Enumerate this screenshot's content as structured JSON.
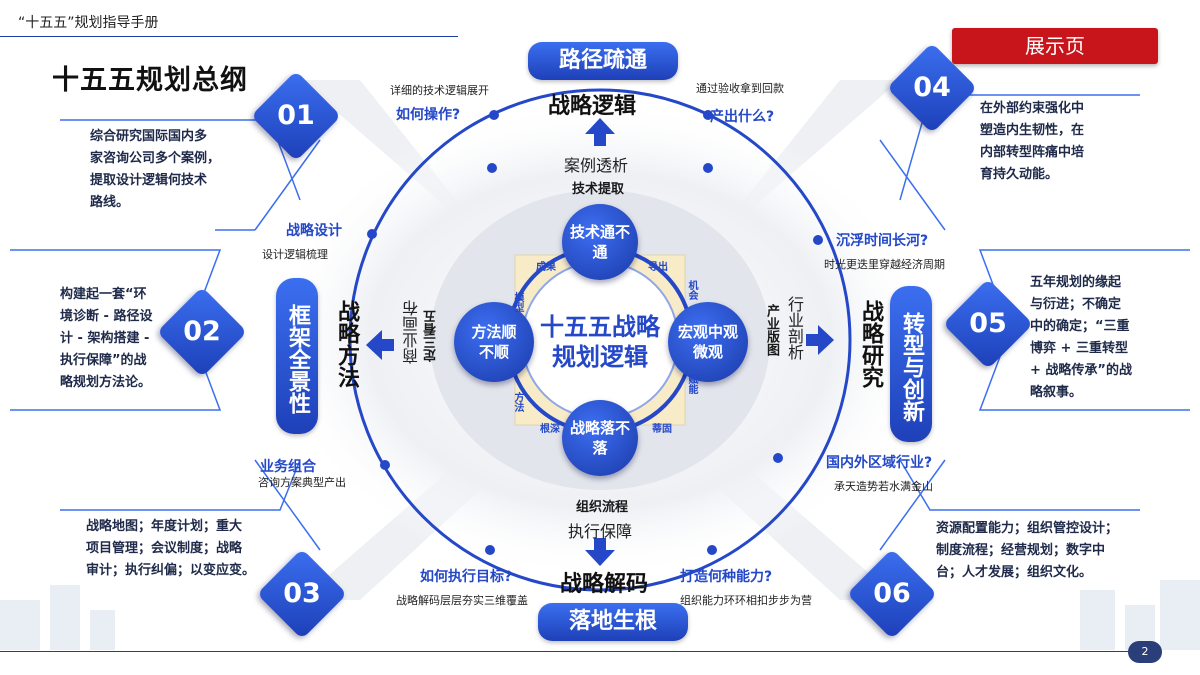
{
  "header": {
    "doc_title": "“十五五”规划指导手册",
    "show_button": "展示页"
  },
  "main_title": "十五五规划总纲",
  "corners": [
    {
      "num": "01",
      "text": [
        "综合研究国际国内多",
        "家咨询公司多个案例，",
        "提取设计逻辑何技术",
        "路线。"
      ]
    },
    {
      "num": "02",
      "text": [
        "构建起一套“环",
        "境诊断 - 路径设",
        "计 - 架构搭建 -",
        "执行保障”的战",
        "略规划方法论。"
      ]
    },
    {
      "num": "03",
      "text": [
        "战略地图；年度计划；重大",
        "项目管理；会议制度；战略",
        "审计；执行纠偏；以变应变。"
      ]
    },
    {
      "num": "04",
      "text": [
        "在外部约束强化中",
        "塑造内生韧性，在",
        "内部转型阵痛中培",
        "育持久动能。"
      ]
    },
    {
      "num": "05",
      "text": [
        "五年规划的缘起",
        "与衍进；不确定",
        "中的确定；“三重",
        "博弈 + 三重转型",
        "+ 战略传承”的战",
        "略叙事。"
      ]
    },
    {
      "num": "06",
      "text": [
        "资源配置能力；组织管控设计；",
        "制度流程；经营规划；数字中",
        "台；人才发展；组织文化。"
      ]
    }
  ],
  "top": {
    "pill": "路径疏通",
    "title": "战略逻辑",
    "ring": "案例透析",
    "sub": "技术提取"
  },
  "bottom": {
    "pill": "落地生根",
    "title": "战略解码",
    "ring": "执行保障",
    "sub": "组织流程"
  },
  "left": {
    "pill": "框架全景性",
    "title": "战略方法",
    "ring": "商业画布",
    "sub": "定三看五"
  },
  "right": {
    "pill": "转型与创新",
    "title": "战略研究",
    "ring": "行业剖析",
    "sub": "产业版图"
  },
  "center": {
    "title": "十五五战略规划逻辑"
  },
  "nodes": {
    "top": "技术通不通",
    "left": "方法顺不顺",
    "right": "宏观中观微观",
    "bottom": "战略落不落"
  },
  "inner_labels": [
    "成果",
    "导出",
    "模型",
    "机会",
    "方法",
    "赋能",
    "根深",
    "蒂固"
  ],
  "questions": {
    "q1": {
      "title": "如何操作?",
      "note": "详细的技术逻辑展开"
    },
    "q2": {
      "title": "产出什么?",
      "note": "通过验收拿到回款"
    },
    "q3": {
      "title": "战略设计",
      "note": "设计逻辑梳理"
    },
    "q4": {
      "title": "沉浮时间长河?",
      "note": "时光更迭里穿越经济周期"
    },
    "q5": {
      "title": "业务组合",
      "note": "咨询方案典型产出"
    },
    "q6": {
      "title": "国内外区域行业?",
      "note": "承天造势若水满金山"
    },
    "q7": {
      "title": "如何执行目标?",
      "note": "战略解码层层夯实三维覆盖"
    },
    "q8": {
      "title": "打造何种能力?",
      "note": "组织能力环环相扣步步为营"
    }
  },
  "page_number": "2",
  "colors": {
    "primary": "#2448c8",
    "accent": "#c8151b"
  }
}
